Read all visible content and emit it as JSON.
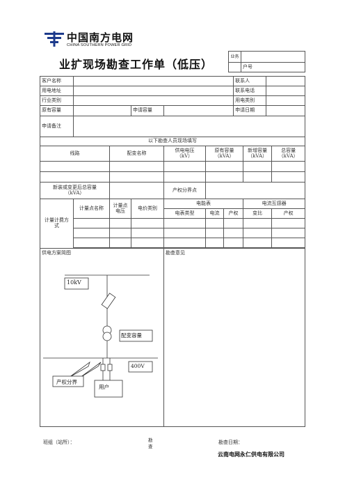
{
  "header": {
    "logo_cn": "中国南方电网",
    "logo_en": "CHINA SOUTHERN POWER GRID",
    "title": "业扩现场勘查工作单（低压）",
    "ye_wu_label": "业务",
    "hu_hao_label": "户号"
  },
  "form": {
    "customer_name": "客户名称",
    "contact": "联系人",
    "address": "用电地址",
    "phone": "联系电话",
    "industry": "行业类别",
    "usage_type": "用电类别",
    "existing_capacity": "原有容量",
    "apply_capacity": "申请容量",
    "apply_date": "申请日期",
    "apply_note": "申请备注",
    "survey_section": "以下勘查人员现场填写",
    "line": "线路",
    "transformer_name": "配变名称",
    "supply_voltage": "供电电压",
    "supply_voltage_unit": "（kV）",
    "orig_capacity": "原有容量",
    "orig_capacity_unit": "（kVA）",
    "new_capacity": "新增容量",
    "new_capacity_unit": "（kVA）",
    "total_capacity": "总容量",
    "total_capacity_unit": "（kVA）",
    "after_total": "新装或变更后总容量",
    "after_total_unit": "（kVA）",
    "boundary": "产权分界点",
    "metering_method": "计量计费方式",
    "point_name": "计量点名称",
    "point_voltage": "计量点电压",
    "price_type": "电价类别",
    "meter": "电能表",
    "ct": "电流互感器",
    "meter_type": "电表类型",
    "current": "电流",
    "ownership": "产权",
    "ratio": "变比",
    "ct_ownership": "产权",
    "diagram_title": "供电方案简图",
    "opinion": "勘查意见"
  },
  "diagram": {
    "voltage_10kv": "10kV",
    "transformer_capacity": "配变容量",
    "voltage_400v": "400V",
    "boundary_label": "产权分界",
    "user_label": "用户"
  },
  "footer": {
    "team": "班组（站所）：",
    "surveyor": "勘查",
    "survey_date": "勘查日期：",
    "company": "云南电网永仁供电有限公司"
  }
}
